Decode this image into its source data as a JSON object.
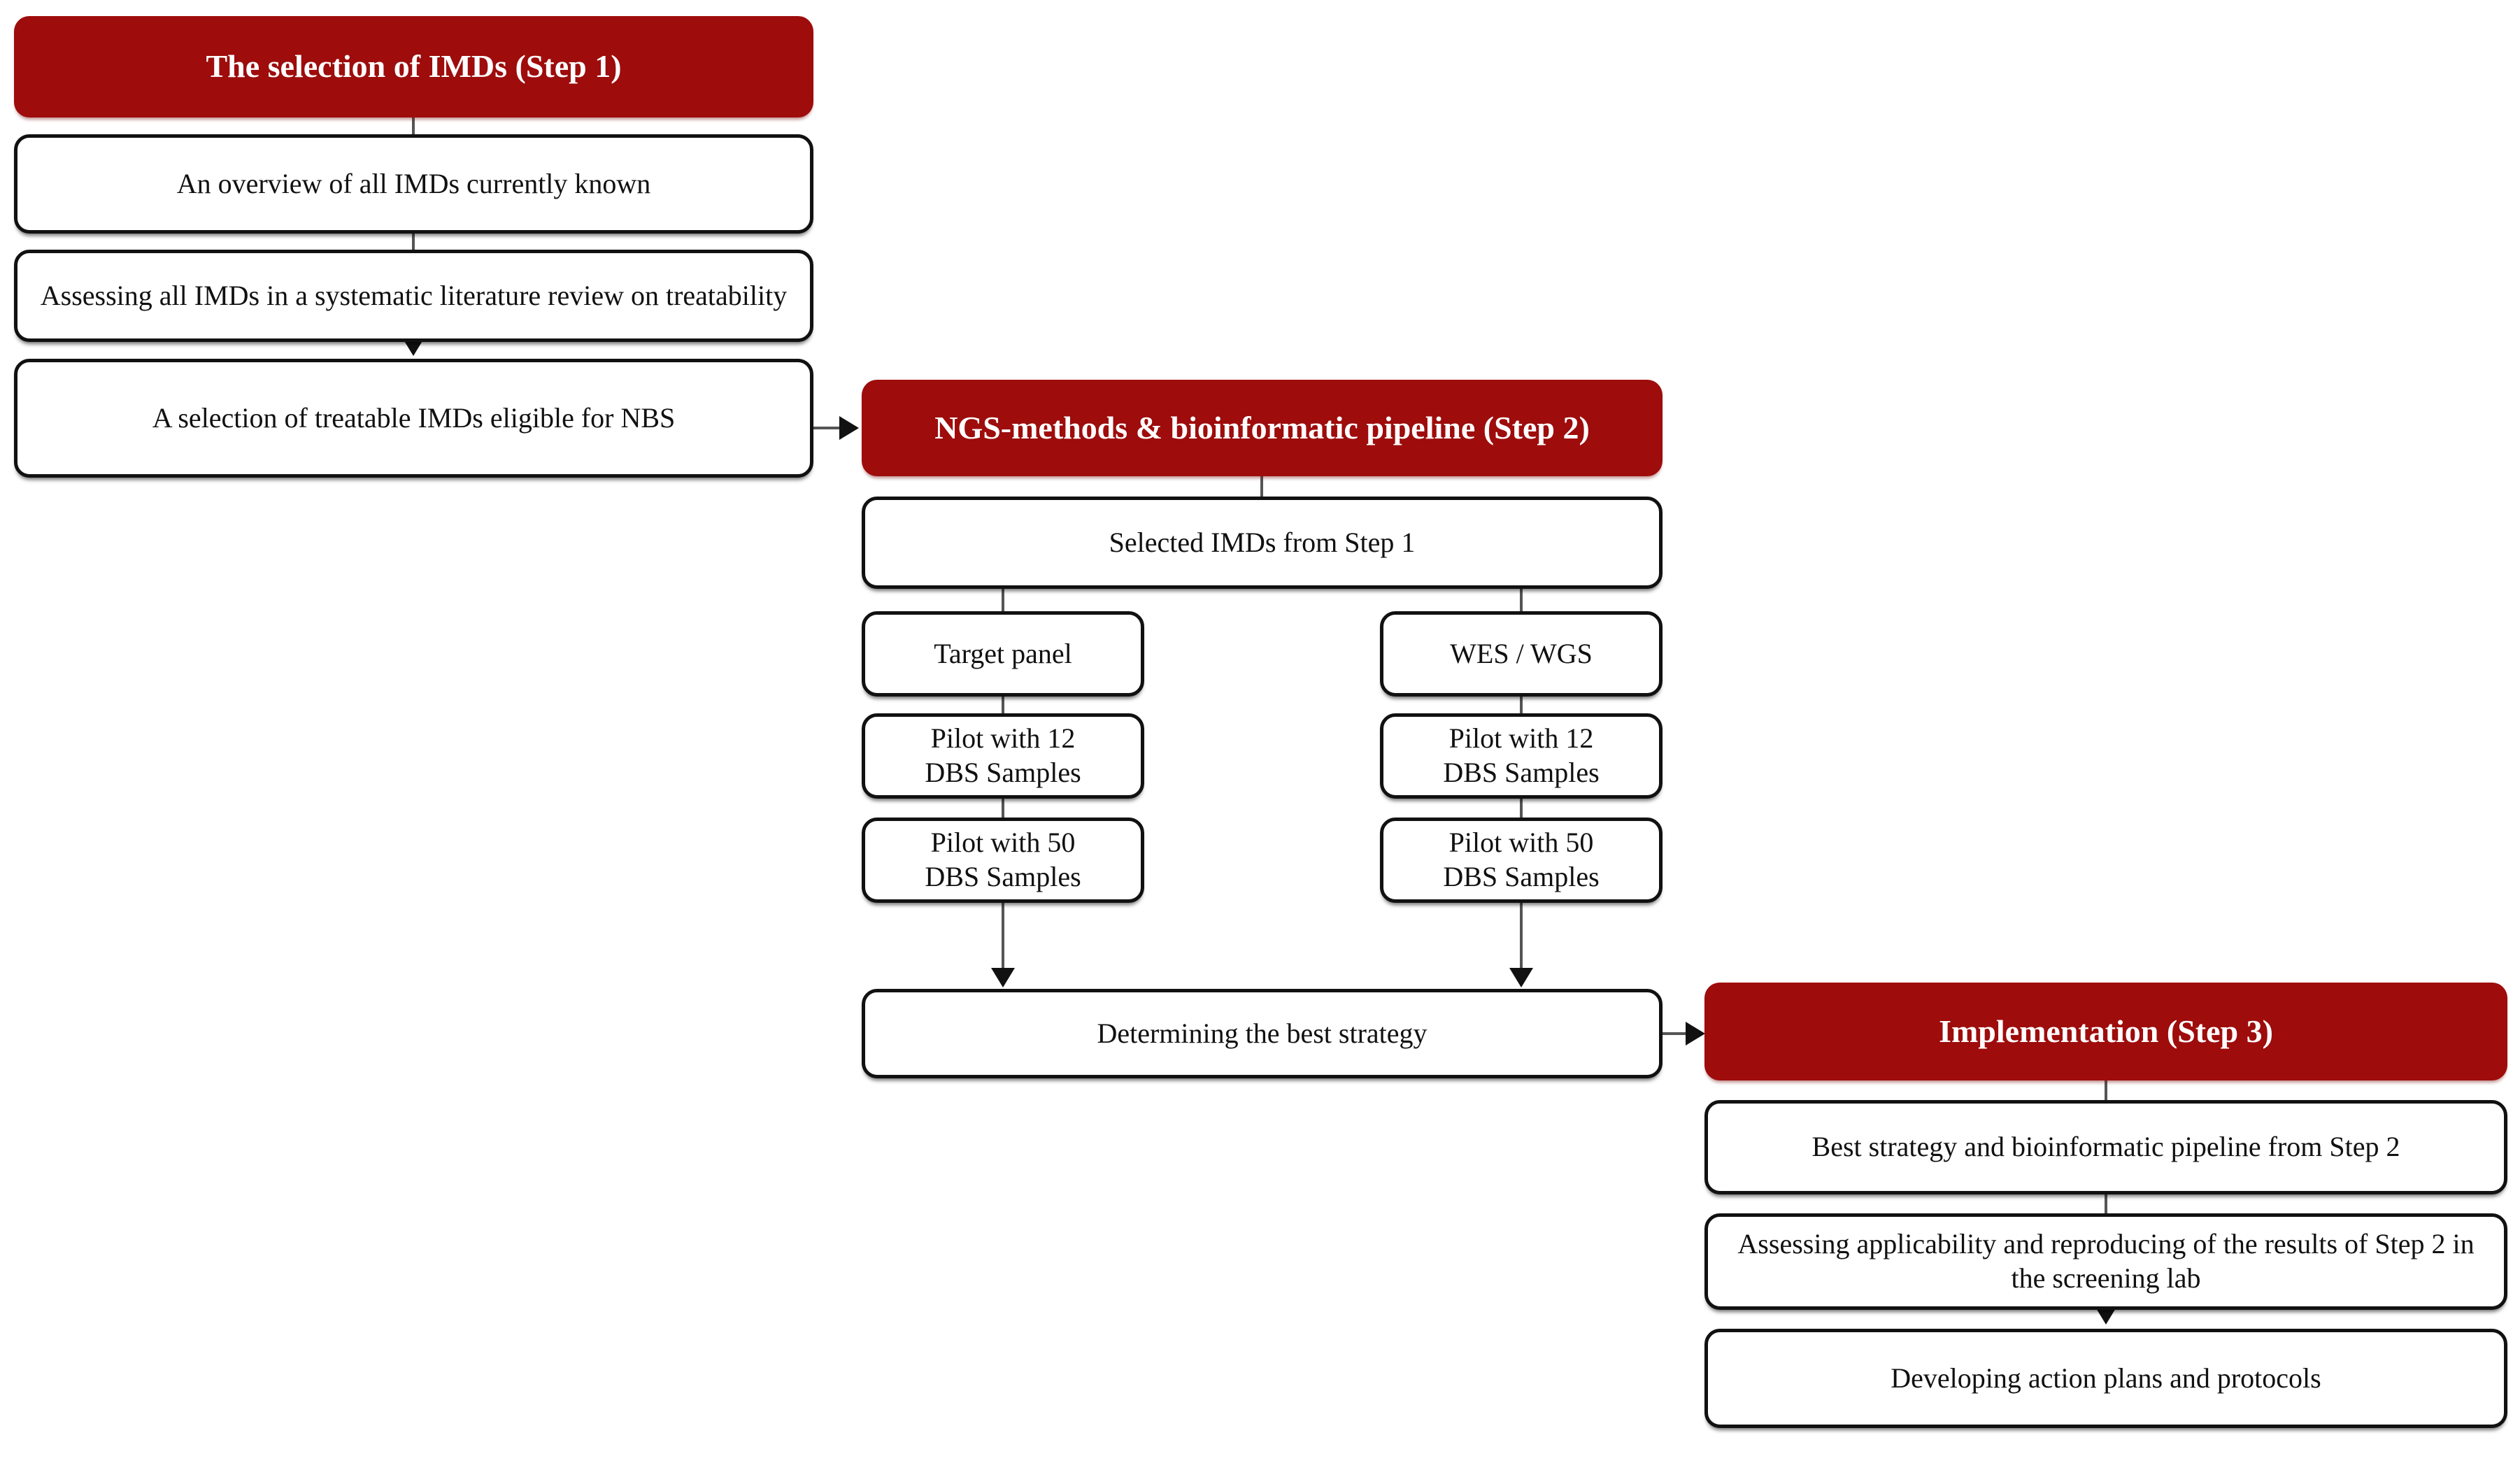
{
  "diagram": {
    "title": "Three-step workflow for NGS-based newborn screening",
    "accent_color": "#9e0c0c",
    "box_border_color": "#111111",
    "connector_color": "#555555",
    "background_color": "#ffffff"
  },
  "steps": [
    {
      "id": "step1",
      "header": "The selection of IMDs (Step 1)",
      "nodes": [
        {
          "id": "s1n1",
          "text": "An overview of all IMDs currently known"
        },
        {
          "id": "s1n2",
          "text": "Assessing all IMDs in a systematic literature review on treatability"
        },
        {
          "id": "s1n3",
          "text": "A selection of treatable IMDs eligible for NBS"
        }
      ]
    },
    {
      "id": "step2",
      "header": "NGS-methods & bioinformatic pipeline (Step 2)",
      "nodes": [
        {
          "id": "s2n1",
          "text": "Selected IMDs from Step 1"
        },
        {
          "id": "s2n2",
          "text": "Target panel"
        },
        {
          "id": "s2n3",
          "text": "WES / WGS"
        },
        {
          "id": "s2n4",
          "text": "Pilot with 12\nDBS Samples"
        },
        {
          "id": "s2n5",
          "text": "Pilot with 12\nDBS Samples"
        },
        {
          "id": "s2n6",
          "text": "Pilot with 50\nDBS Samples"
        },
        {
          "id": "s2n7",
          "text": "Pilot with 50\nDBS Samples"
        },
        {
          "id": "s2n8",
          "text": "Determining the best strategy"
        }
      ]
    },
    {
      "id": "step3",
      "header": "Implementation (Step 3)",
      "nodes": [
        {
          "id": "s3n1",
          "text": "Best strategy and bioinformatic pipeline from Step 2"
        },
        {
          "id": "s3n2",
          "text": "Assessing applicability and reproducing of the results of Step 2 in the screening lab"
        },
        {
          "id": "s3n3",
          "text": "Developing action plans and protocols"
        }
      ]
    }
  ],
  "connectors": [
    {
      "id": "c1",
      "from": "step1.header",
      "to": "s1n1",
      "kind": "line"
    },
    {
      "id": "c2",
      "from": "s1n1",
      "to": "s1n2",
      "kind": "line"
    },
    {
      "id": "c3",
      "from": "s1n2",
      "to": "s1n3",
      "kind": "arrow"
    },
    {
      "id": "c4",
      "from": "s1n3",
      "to": "step2.header",
      "kind": "arrow-right"
    },
    {
      "id": "c5",
      "from": "step2.header",
      "to": "s2n1",
      "kind": "line"
    },
    {
      "id": "c6",
      "from": "s2n1",
      "to": "s2n2",
      "kind": "line"
    },
    {
      "id": "c7",
      "from": "s2n1",
      "to": "s2n3",
      "kind": "line"
    },
    {
      "id": "c8",
      "from": "s2n2",
      "to": "s2n4",
      "kind": "line"
    },
    {
      "id": "c9",
      "from": "s2n3",
      "to": "s2n5",
      "kind": "line"
    },
    {
      "id": "c10",
      "from": "s2n4",
      "to": "s2n6",
      "kind": "line"
    },
    {
      "id": "c11",
      "from": "s2n5",
      "to": "s2n7",
      "kind": "line"
    },
    {
      "id": "c12",
      "from": "s2n6",
      "to": "s2n8",
      "kind": "arrow"
    },
    {
      "id": "c13",
      "from": "s2n7",
      "to": "s2n8",
      "kind": "arrow"
    },
    {
      "id": "c14",
      "from": "s2n8",
      "to": "step3.header",
      "kind": "arrow-right"
    },
    {
      "id": "c15",
      "from": "step3.header",
      "to": "s3n1",
      "kind": "line"
    },
    {
      "id": "c16",
      "from": "s3n1",
      "to": "s3n2",
      "kind": "line"
    },
    {
      "id": "c17",
      "from": "s3n2",
      "to": "s3n3",
      "kind": "arrow"
    }
  ]
}
